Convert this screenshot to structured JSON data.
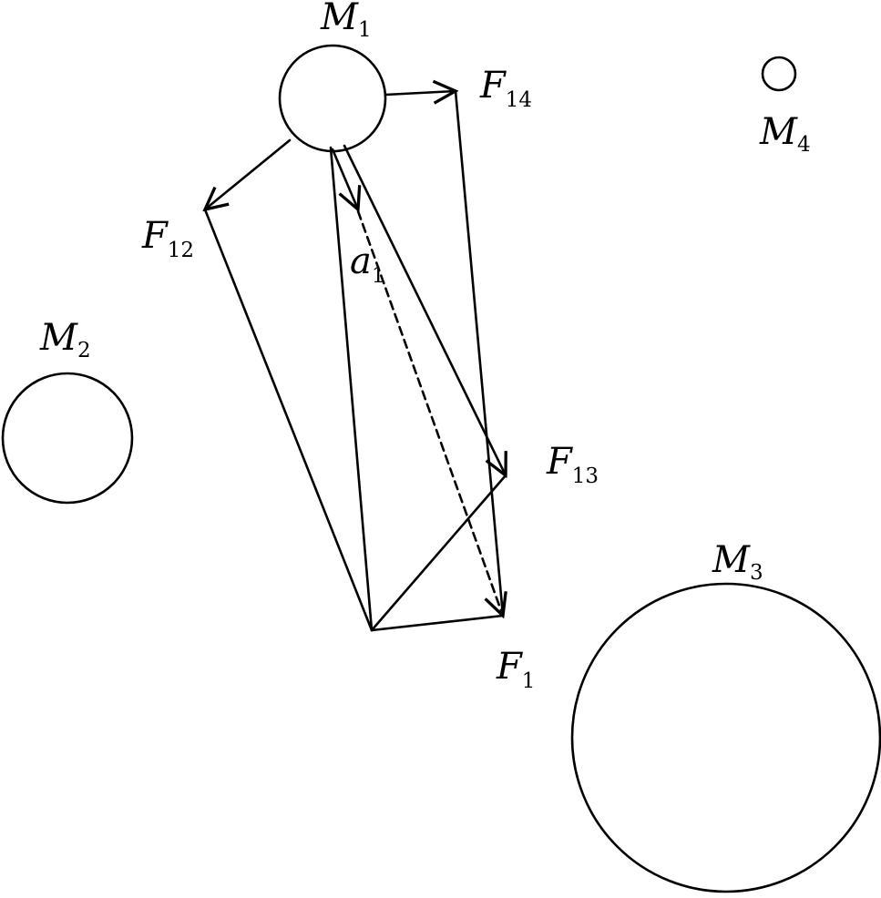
{
  "bodies": {
    "m1": {
      "label": "M",
      "sub": "1"
    },
    "m2": {
      "label": "M",
      "sub": "2"
    },
    "m3": {
      "label": "M",
      "sub": "3"
    },
    "m4": {
      "label": "M",
      "sub": "4"
    }
  },
  "forces": {
    "f12": {
      "label": "F",
      "sub": "12"
    },
    "f13": {
      "label": "F",
      "sub": "13"
    },
    "f14": {
      "label": "F",
      "sub": "14"
    },
    "f1": {
      "label": "F",
      "sub": "1"
    }
  },
  "acceleration": {
    "label": "a",
    "sub": "1"
  }
}
